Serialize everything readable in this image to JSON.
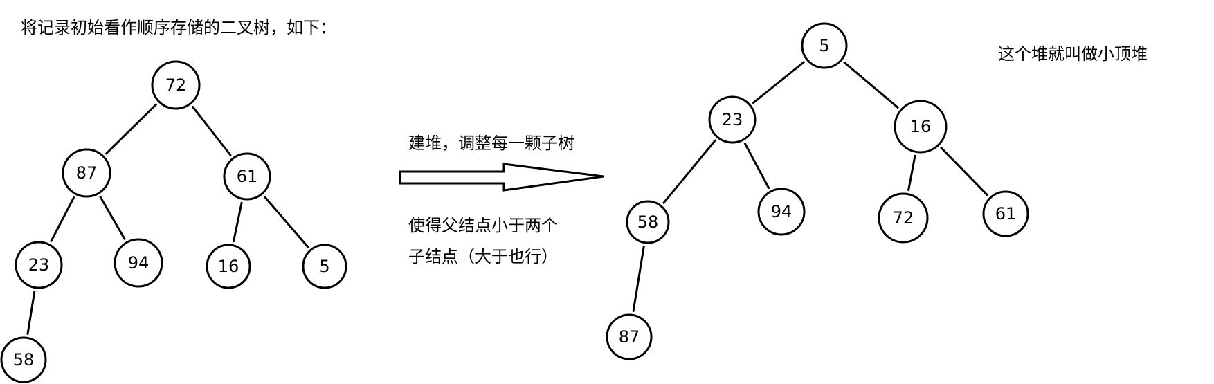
{
  "captions": {
    "intro": "将记录初始看作顺序存储的二叉树，如下：",
    "step": "建堆，调整每一颗子树",
    "rule_line1": "使得父结点小于两个",
    "rule_line2": "子结点（大于也行）",
    "result": "这个堆就叫做小顶堆"
  },
  "trees": [
    {
      "name": "initial-tree",
      "nodes": [
        {
          "id": "a1",
          "label": "72"
        },
        {
          "id": "a2",
          "label": "87"
        },
        {
          "id": "a3",
          "label": "61"
        },
        {
          "id": "a4",
          "label": "23"
        },
        {
          "id": "a5",
          "label": "94"
        },
        {
          "id": "a6",
          "label": "16"
        },
        {
          "id": "a7",
          "label": "5"
        },
        {
          "id": "a8",
          "label": "58"
        }
      ],
      "edges": [
        [
          "a1",
          "a2"
        ],
        [
          "a1",
          "a3"
        ],
        [
          "a2",
          "a4"
        ],
        [
          "a2",
          "a5"
        ],
        [
          "a3",
          "a6"
        ],
        [
          "a3",
          "a7"
        ],
        [
          "a4",
          "a8"
        ]
      ]
    },
    {
      "name": "min-heap-tree",
      "nodes": [
        {
          "id": "b1",
          "label": "5"
        },
        {
          "id": "b2",
          "label": "23"
        },
        {
          "id": "b3",
          "label": "16"
        },
        {
          "id": "b4",
          "label": "58"
        },
        {
          "id": "b5",
          "label": "94"
        },
        {
          "id": "b6",
          "label": "72"
        },
        {
          "id": "b7",
          "label": "61"
        },
        {
          "id": "b8",
          "label": "87"
        }
      ],
      "edges": [
        [
          "b1",
          "b2"
        ],
        [
          "b1",
          "b3"
        ],
        [
          "b2",
          "b4"
        ],
        [
          "b2",
          "b5"
        ],
        [
          "b3",
          "b6"
        ],
        [
          "b3",
          "b7"
        ],
        [
          "b4",
          "b8"
        ]
      ]
    }
  ]
}
